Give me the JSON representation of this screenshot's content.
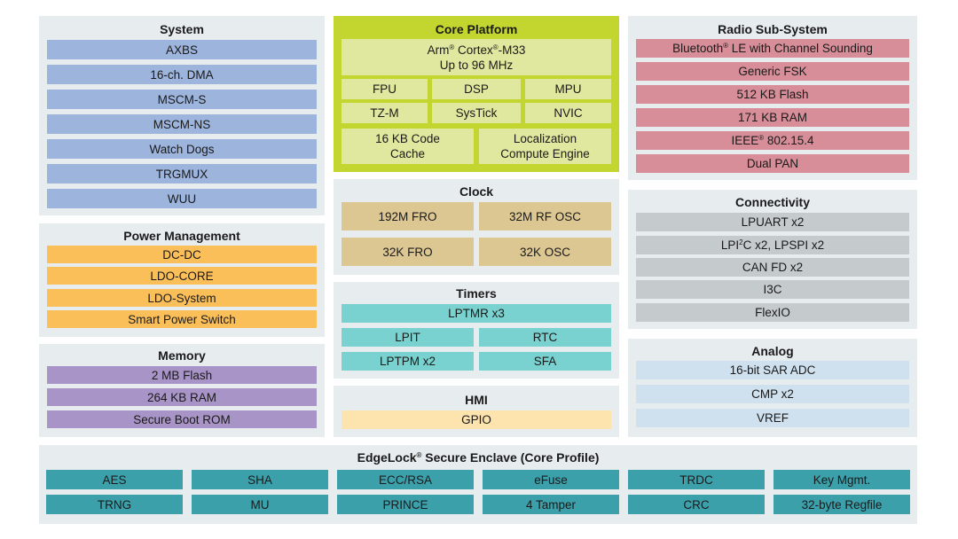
{
  "system": {
    "title": "System",
    "items": [
      "AXBS",
      "16-ch. DMA",
      "MSCM-S",
      "MSCM-NS",
      "Watch Dogs",
      "TRGMUX",
      "WUU"
    ]
  },
  "power": {
    "title": "Power Management",
    "items": [
      "DC-DC",
      "LDO-CORE",
      "LDO-System",
      "Smart Power Switch"
    ]
  },
  "memory": {
    "title": "Memory",
    "items": [
      "2 MB Flash",
      "264 KB RAM",
      "Secure Boot ROM"
    ]
  },
  "core": {
    "title": "Core Platform",
    "cpu_pre": "Arm",
    "cpu_reg1": "®",
    "cpu_mid": " Cortex",
    "cpu_reg2": "®",
    "cpu_post": "-M33",
    "cpu_line2": "Up to 96 MHz",
    "items": [
      "FPU",
      "DSP",
      "MPU",
      "TZ-M",
      "SysTick",
      "NVIC"
    ],
    "cache_l1": "16 KB Code",
    "cache_l2": "Cache",
    "lce_l1": "Localization",
    "lce_l2": "Compute Engine"
  },
  "clock": {
    "title": "Clock",
    "items": [
      "192M FRO",
      "32M RF OSC",
      "32K FRO",
      "32K OSC"
    ]
  },
  "timers": {
    "title": "Timers",
    "items": [
      "LPTMR x3",
      "LPIT",
      "RTC",
      "LPTPM x2",
      "SFA"
    ]
  },
  "hmi": {
    "title": "HMI",
    "items": [
      "GPIO"
    ]
  },
  "radio": {
    "title": "Radio Sub-System",
    "bt_pre": "Bluetooth",
    "bt_reg": "®",
    "bt_post": " LE with Channel Sounding",
    "items": [
      "Generic FSK",
      "512 KB Flash",
      "171 KB RAM"
    ],
    "ieee_pre": "IEEE",
    "ieee_reg": "®",
    "ieee_post": " 802.15.4",
    "dual_pan": "Dual PAN"
  },
  "connectivity": {
    "title": "Connectivity",
    "lpuart": "LPUART x2",
    "lpi2c_pre": "LPI",
    "lpi2c_sup": "2",
    "lpi2c_post": "C x2, LPSPI x2",
    "items": [
      "CAN FD x2",
      "I3C",
      "FlexIO"
    ]
  },
  "analog": {
    "title": "Analog",
    "items": [
      "16-bit SAR ADC",
      "CMP x2",
      "VREF"
    ]
  },
  "edgelock": {
    "title_pre": "EdgeLock",
    "title_reg": "®",
    "title_post": " Secure Enclave (Core Profile)",
    "row1": [
      "AES",
      "SHA",
      "ECC/RSA",
      "eFuse",
      "TRDC",
      "Key Mgmt."
    ],
    "row2": [
      "TRNG",
      "MU",
      "PRINCE",
      "4 Tamper",
      "CRC",
      "32-byte Regfile"
    ]
  },
  "colors": {
    "panel_bg": "#e7ecef",
    "core_bg": "#c3d62f",
    "system_box": "#9db4dd",
    "power_box": "#fbbf5a",
    "memory_box": "#a894c6",
    "core_box": "#dfe89e",
    "clock_box": "#dcc793",
    "timer_box": "#79d2cf",
    "hmi_box": "#fde3ad",
    "radio_box": "#d78e99",
    "conn_box": "#c5cacd",
    "analog_box": "#cfe0ee",
    "edgelock_box": "#3ca0ab"
  }
}
